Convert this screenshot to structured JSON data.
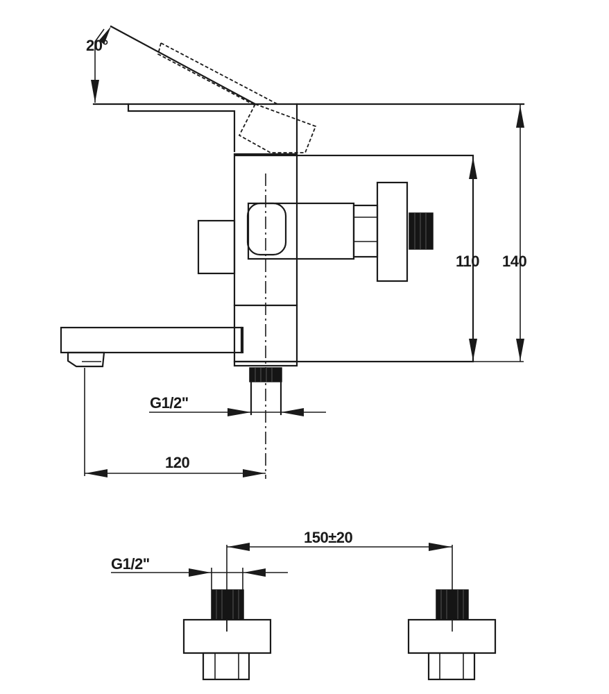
{
  "drawing": {
    "dimensions": {
      "lever_angle": "20°",
      "height_outer": "140",
      "height_inner": "110",
      "thread_side": "G1/2\"",
      "spout_reach": "120",
      "thread_front": "G1/2\"",
      "centers": "150±20"
    },
    "colors": {
      "line": "#1a1a1a",
      "fill_solid": "#151515",
      "background": "#ffffff"
    }
  }
}
